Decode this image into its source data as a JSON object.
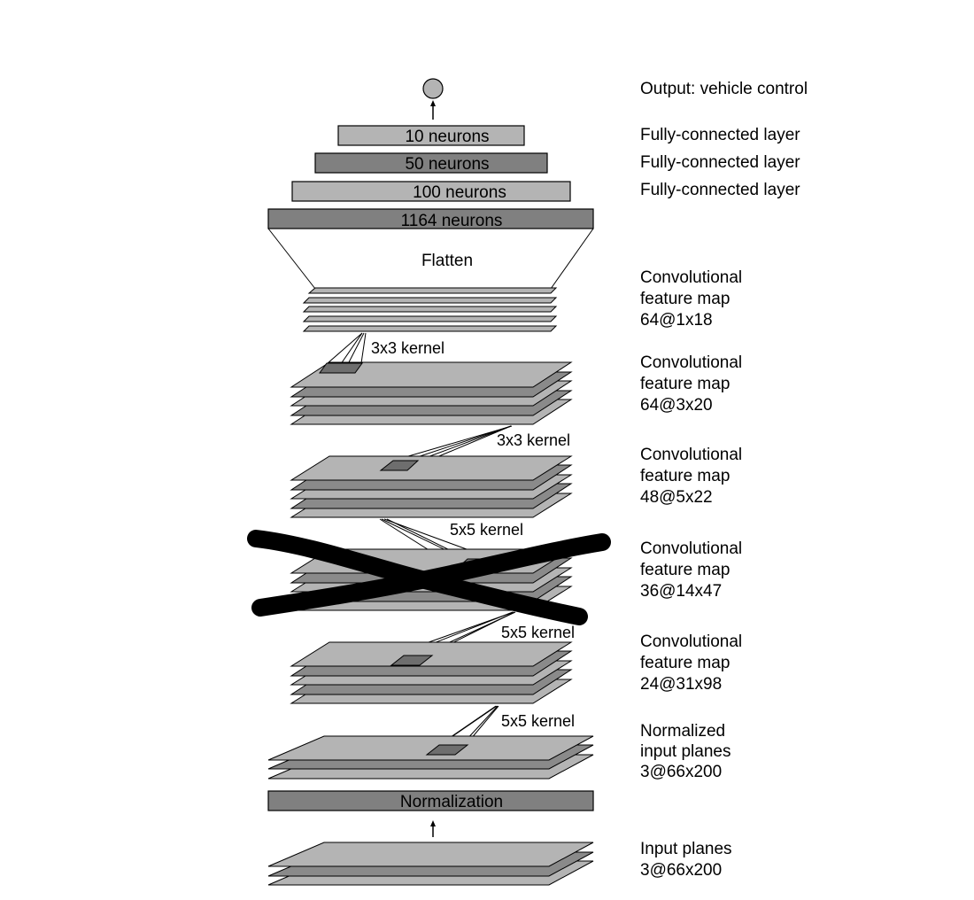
{
  "labels": {
    "output": "Output: vehicle control",
    "fc1": "Fully-connected layer",
    "fc2": "Fully-connected layer",
    "fc3": "Fully-connected layer",
    "conv5": [
      "Convolutional",
      "feature map",
      "64@1x18"
    ],
    "conv4": [
      "Convolutional",
      "feature map",
      "64@3x20"
    ],
    "conv3": [
      "Convolutional",
      "feature map",
      "48@5x22"
    ],
    "conv2": [
      "Convolutional",
      "feature map",
      "36@14x47"
    ],
    "conv1": [
      "Convolutional",
      "feature map",
      "24@31x98"
    ],
    "normalized": [
      "Normalized",
      "input planes",
      "3@66x200"
    ],
    "input": [
      "Input planes",
      "3@66x200"
    ]
  },
  "boxes": {
    "fc10": "10 neurons",
    "fc50": "50 neurons",
    "fc100": "100 neurons",
    "flat1164": "1164 neurons",
    "normalization": "Normalization"
  },
  "flatten": "Flatten",
  "kernels": {
    "k1": "3x3 kernel",
    "k2": "3x3 kernel",
    "k3": "5x5 kernel",
    "k4": "5x5 kernel",
    "k5": "5x5 kernel"
  },
  "colors": {
    "light_gray": "#b4b4b4",
    "dark_gray": "#808080",
    "patch_gray": "#6e6e6e"
  }
}
